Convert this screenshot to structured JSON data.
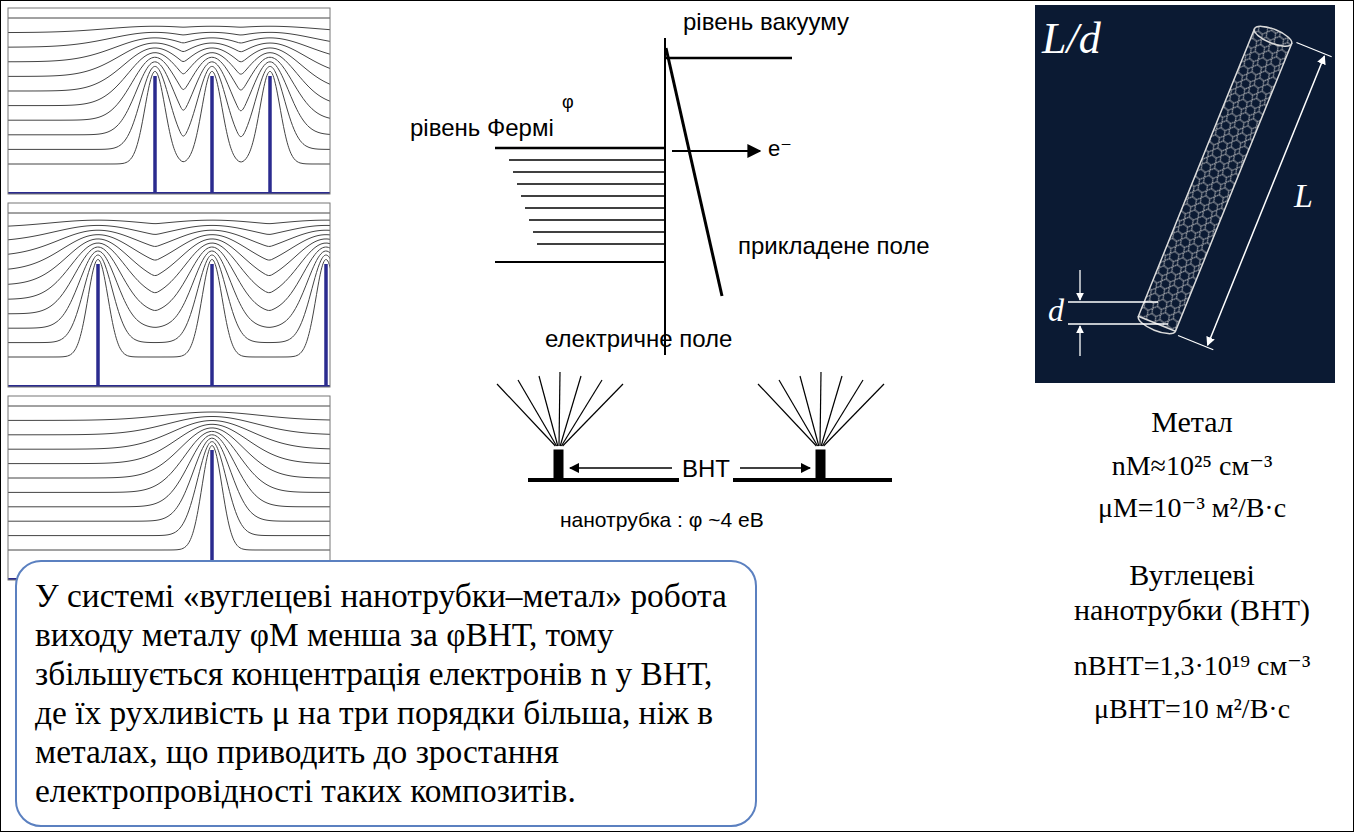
{
  "diagram": {
    "nodes": [
      {
        "text": [
          "У системі «вуглецеві нанотрубки–метал» робота виходу металу φМ менша за φВНТ, тому збільшується концентрація електронів n у ВНТ, де їх рухливість μ на три порядки більша, ніж в металах, що приводить до зростання електропровідності таких композитів."
        ]
      }
    ],
    "labels": [
      "рівень вакууму",
      "рівень Фермі",
      "φ",
      "e⁻",
      "прикладене поле",
      "електричне поле",
      "ВНТ",
      "нанотрубка : φ ~4 еВ",
      "L/d",
      "L",
      "d",
      "Метал",
      "nМ≈10²⁵ см⁻³",
      "μМ=10⁻³ м²/В·с",
      "Вуглецеві нанотрубки (ВНТ)",
      "nВНТ=1,3·10¹⁹ см⁻³",
      "μВНТ=10 м²/В·с"
    ]
  }
}
